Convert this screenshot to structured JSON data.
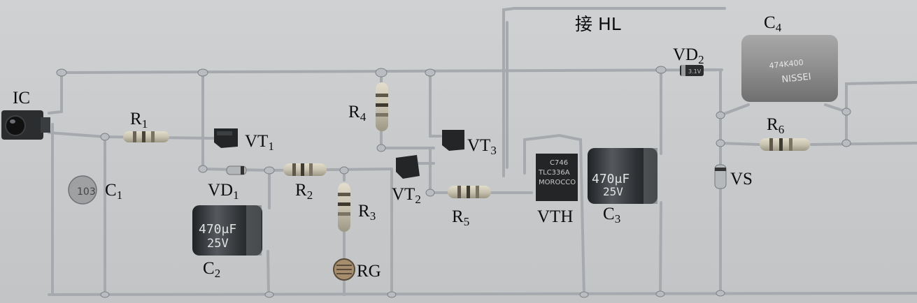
{
  "labels": {
    "ic": "IC",
    "r1": {
      "main": "R",
      "sub": "1"
    },
    "vt1": {
      "main": "VT",
      "sub": "1"
    },
    "c1": {
      "main": "C",
      "sub": "1"
    },
    "vd1": {
      "main": "VD",
      "sub": "1"
    },
    "r2": {
      "main": "R",
      "sub": "2"
    },
    "r3": {
      "main": "R",
      "sub": "3"
    },
    "r4": {
      "main": "R",
      "sub": "4"
    },
    "vt2": {
      "main": "VT",
      "sub": "2"
    },
    "vt3": {
      "main": "VT",
      "sub": "3"
    },
    "r5": {
      "main": "R",
      "sub": "5"
    },
    "vth": "VTH",
    "c2": {
      "main": "C",
      "sub": "2"
    },
    "c3": {
      "main": "C",
      "sub": "3"
    },
    "rg": "RG",
    "hl": "接 HL",
    "vd2": {
      "main": "VD",
      "sub": "2"
    },
    "c4": {
      "main": "C",
      "sub": "4"
    },
    "r6": {
      "main": "R",
      "sub": "6"
    },
    "vs": "VS"
  },
  "component_markings": {
    "c2_value": "470μF",
    "c2_voltage": "25V",
    "c3_value": "470μF",
    "c3_voltage": "25V",
    "c4_code": "474K400",
    "c4_brand": "NISSEI",
    "vth_line1": "C746",
    "vth_line2": "TLC336A",
    "vth_line3": "MOROCCO",
    "vd2_marking": "3.1V",
    "c1_marking": "103"
  },
  "colors": {
    "background": "#c9cbcd",
    "wire": "#a9adb1",
    "label": "#0d0d0d",
    "capacitor_body": "#3a3d40",
    "c4_body": "#8f8f8f",
    "resistor_body": "#c8c3b2"
  }
}
